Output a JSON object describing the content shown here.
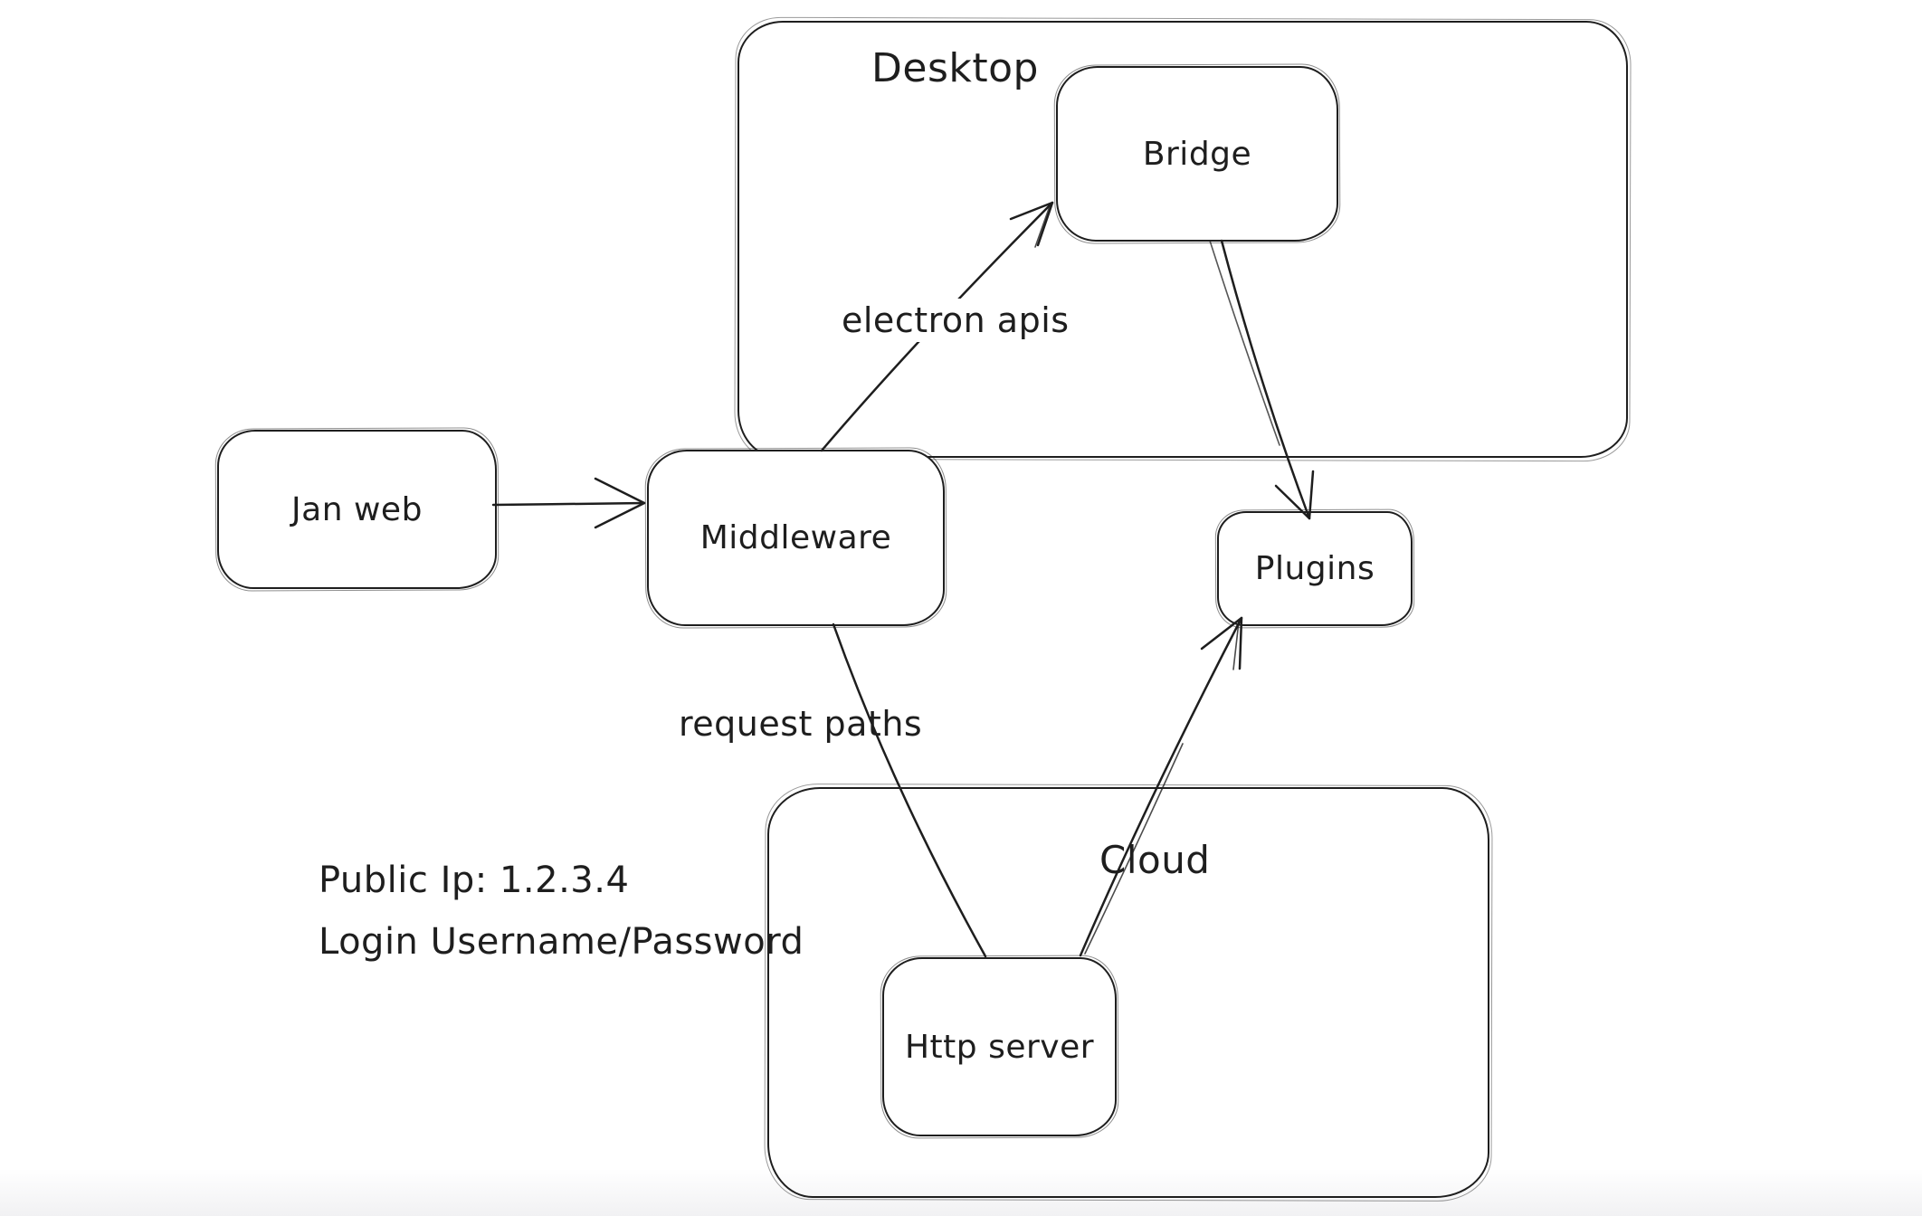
{
  "canvas": {
    "background": "#ffffff",
    "stroke_color": "#1e1e1e",
    "bottom_fade_color": "#f1f1f3"
  },
  "containers": [
    {
      "label": "Desktop"
    },
    {
      "label": "Cloud"
    }
  ],
  "nodes": [
    {
      "label": "Jan web"
    },
    {
      "label": "Middleware"
    },
    {
      "label": "Bridge"
    },
    {
      "label": "Plugins"
    },
    {
      "label": "Http server"
    }
  ],
  "edges": [
    {
      "from": "Jan web",
      "to": "Middleware",
      "label": "",
      "arrowhead": "end"
    },
    {
      "from": "Middleware",
      "to": "Bridge",
      "label": "electron apis",
      "arrowhead": "end"
    },
    {
      "from": "Bridge",
      "to": "Plugins",
      "label": "",
      "arrowhead": "end"
    },
    {
      "from": "Middleware",
      "to": "Http server",
      "label": "request paths",
      "arrowhead": "none"
    },
    {
      "from": "Http server",
      "to": "Plugins",
      "label": "",
      "arrowhead": "end"
    }
  ],
  "annotations": [
    {
      "text": "Public Ip: 1.2.3.4"
    },
    {
      "text": "Login Username/Password"
    }
  ]
}
